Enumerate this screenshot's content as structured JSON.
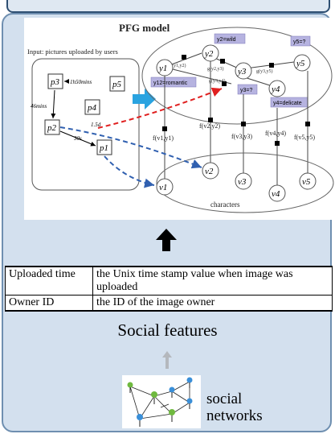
{
  "diagram": {
    "title": "PFG model",
    "input_label": "Input: pictures uploaded by users",
    "pictures": [
      "p3",
      "p5",
      "p4",
      "p2",
      "p1"
    ],
    "edge_labels": [
      "1h50mins",
      "46mins",
      "1.5d",
      "30s"
    ],
    "user_nodes": [
      "y1",
      "y2",
      "y3",
      "y4",
      "y5"
    ],
    "factor_labels_users": [
      "g(y1,y2)",
      "g(y2,y3)",
      "g(y3,y5)",
      "g(y3,y4)"
    ],
    "annotations": [
      "y2=wild",
      "y5=?",
      "y12=romantic",
      "y3=?",
      "y4=delicate"
    ],
    "char_factor_labels": [
      "f(v1,y1)",
      "f(v2,y2)",
      "f(v3,y3)",
      "f(v4,y4)",
      "f(v5,y5)"
    ],
    "characters": [
      "v1",
      "v2",
      "v3",
      "v4",
      "v5"
    ],
    "characters_label": "characters"
  },
  "table": {
    "rows": [
      {
        "name": "Uploaded time",
        "desc": "the Unix time stamp value when image was uploaded"
      },
      {
        "name": "Owner ID",
        "desc": "the ID of the image owner"
      }
    ]
  },
  "social_features_label": "Social features",
  "social_networks_label": "social networks",
  "colors": {
    "panel": "#d3e0ee",
    "border": "#2e4f72",
    "red_dashed": "#e02020",
    "blue_dashed": "#3060b0",
    "arrow": "#2aa3e0"
  }
}
